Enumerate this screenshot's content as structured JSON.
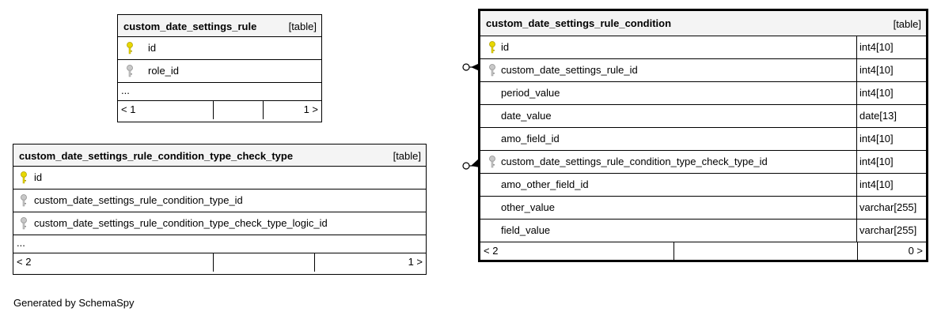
{
  "tables": {
    "rule": {
      "name": "custom_date_settings_rule",
      "type_label": "[table]",
      "columns": [
        {
          "name": "id",
          "key": "primary-key"
        },
        {
          "name": "role_id",
          "key": "foreign-key"
        }
      ],
      "more": "...",
      "parents_label": "< 1",
      "children_label": "1 >"
    },
    "check_type": {
      "name": "custom_date_settings_rule_condition_type_check_type",
      "type_label": "[table]",
      "columns": [
        {
          "name": "id",
          "key": "primary-key"
        },
        {
          "name": "custom_date_settings_rule_condition_type_id",
          "key": "foreign-key"
        },
        {
          "name": "custom_date_settings_rule_condition_type_check_type_logic_id",
          "key": "foreign-key"
        }
      ],
      "more": "...",
      "parents_label": "< 2",
      "children_label": "1 >"
    },
    "condition": {
      "name": "custom_date_settings_rule_condition",
      "type_label": "[table]",
      "columns": [
        {
          "name": "id",
          "type": "int4[10]",
          "key": "primary-key"
        },
        {
          "name": "custom_date_settings_rule_id",
          "type": "int4[10]",
          "key": "foreign-key"
        },
        {
          "name": "period_value",
          "type": "int4[10]",
          "key": "none"
        },
        {
          "name": "date_value",
          "type": "date[13]",
          "key": "none"
        },
        {
          "name": "amo_field_id",
          "type": "int4[10]",
          "key": "none"
        },
        {
          "name": "custom_date_settings_rule_condition_type_check_type_id",
          "type": "int4[10]",
          "key": "foreign-key"
        },
        {
          "name": "amo_other_field_id",
          "type": "int4[10]",
          "key": "none"
        },
        {
          "name": "other_value",
          "type": "varchar[255]",
          "key": "none"
        },
        {
          "name": "field_value",
          "type": "varchar[255]",
          "key": "none"
        }
      ],
      "parents_label": "< 2",
      "children_label": "0 >"
    }
  },
  "footer": {
    "generated_by": "Generated by SchemaSpy"
  },
  "colors": {
    "primary_key": "#e8d800",
    "foreign_key": "#b0b0b0",
    "header_bg": "#f4f4f4"
  }
}
